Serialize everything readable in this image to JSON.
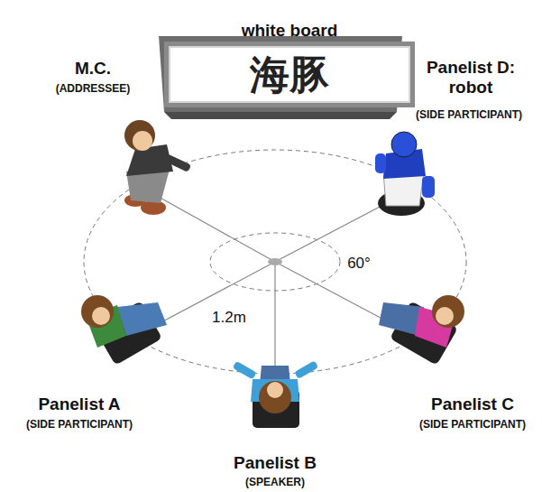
{
  "diagram": {
    "nodes": [
      {
        "text": [
          "white board",
          "海豚"
        ]
      }
    ],
    "labels": [
      "M.C.",
      "(ADDRESSEE)",
      "Panelist D: robot",
      "(SIDE PARTICIPANT)",
      "60°",
      "1.2m",
      "Panelist A",
      "(SIDE PARTICIPANT)",
      "Panelist B",
      "(SPEAKER)",
      "Panelist C",
      "(SIDE PARTICIPANT)"
    ]
  }
}
